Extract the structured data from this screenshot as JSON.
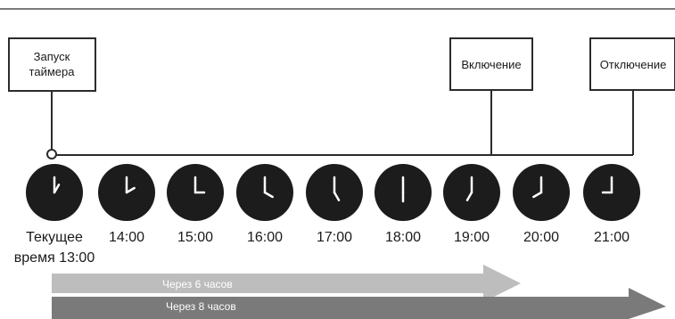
{
  "events": {
    "start": [
      "Запуск",
      "таймера"
    ],
    "on": "Включение",
    "off": "Отключение"
  },
  "clocks": [
    {
      "hour": 13,
      "label": [
        "Текущее",
        "время 13:00"
      ]
    },
    {
      "hour": 14,
      "label": [
        "14:00"
      ]
    },
    {
      "hour": 15,
      "label": [
        "15:00"
      ]
    },
    {
      "hour": 16,
      "label": [
        "16:00"
      ]
    },
    {
      "hour": 17,
      "label": [
        "17:00"
      ]
    },
    {
      "hour": 18,
      "label": [
        "18:00"
      ]
    },
    {
      "hour": 19,
      "label": [
        "19:00"
      ]
    },
    {
      "hour": 20,
      "label": [
        "20:00"
      ]
    },
    {
      "hour": 21,
      "label": [
        "21:00"
      ]
    }
  ],
  "arrows": {
    "first": "Через 6 часов",
    "second": "Через 8 часов"
  },
  "colors": {
    "line": "#2b2b2b",
    "clock_face": "#1c1c1c",
    "clock_hand": "#ffffff",
    "arrow_light": "#bdbdbd",
    "arrow_dark": "#7a7a7a"
  }
}
